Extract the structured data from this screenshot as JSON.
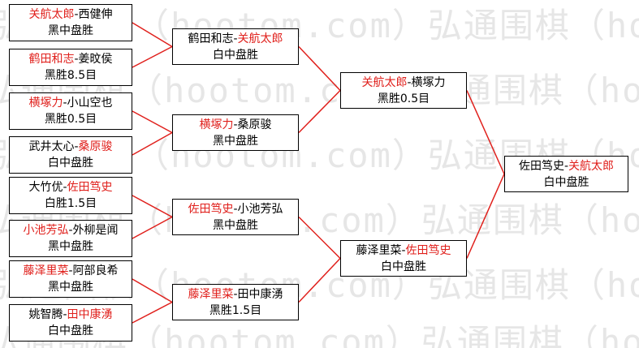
{
  "colors": {
    "winner_text": "#e0201c",
    "connector": "#e0201c",
    "border": "#000000",
    "watermark": "#e6e6e6"
  },
  "watermark_text": "弘通围棋（hootom.com）弘通围棋（hootom.com）弘通",
  "round1": [
    {
      "p1": "关航太郎",
      "p2": "西健伸",
      "winner": "p1",
      "result": "黑中盘胜"
    },
    {
      "p1": "鹤田和志",
      "p2": "姜旼侯",
      "winner": "p1",
      "result": "黑胜8.5目"
    },
    {
      "p1": "横塚力",
      "p2": "小山空也",
      "winner": "p1",
      "result": "黑胜0.5目"
    },
    {
      "p1": "武井太心",
      "p2": "桑原骏",
      "winner": "p2",
      "result": "白中盘胜"
    },
    {
      "p1": "大竹优",
      "p2": "佐田笃史",
      "winner": "p2",
      "result": "白胜1.5目"
    },
    {
      "p1": "小池芳弘",
      "p2": "外柳是闻",
      "winner": "p1",
      "result": "黑中盘胜"
    },
    {
      "p1": "藤泽里菜",
      "p2": "阿部良希",
      "winner": "p1",
      "result": "黑中盘胜"
    },
    {
      "p1": "姚智腾",
      "p2": "田中康湧",
      "winner": "p2",
      "result": "白中盘胜"
    }
  ],
  "round2": [
    {
      "p1": "鹤田和志",
      "p2": "关航太郎",
      "winner": "p2",
      "result": "白中盘胜"
    },
    {
      "p1": "横塚力",
      "p2": "桑原骏",
      "winner": "p1",
      "result": "黑中盘胜"
    },
    {
      "p1": "佐田笃史",
      "p2": "小池芳弘",
      "winner": "p1",
      "result": "黑中盘胜"
    },
    {
      "p1": "藤泽里菜",
      "p2": "田中康湧",
      "winner": "p1",
      "result": "黑胜1.5目"
    }
  ],
  "round3": [
    {
      "p1": "关航太郎",
      "p2": "横塚力",
      "winner": "p1",
      "result": "黑胜0.5目"
    },
    {
      "p1": "藤泽里菜",
      "p2": "佐田笃史",
      "winner": "p2",
      "result": "白中盘胜"
    }
  ],
  "final": [
    {
      "p1": "佐田笃史",
      "p2": "关航太郎",
      "winner": "p2",
      "result": "白中盘胜"
    }
  ]
}
